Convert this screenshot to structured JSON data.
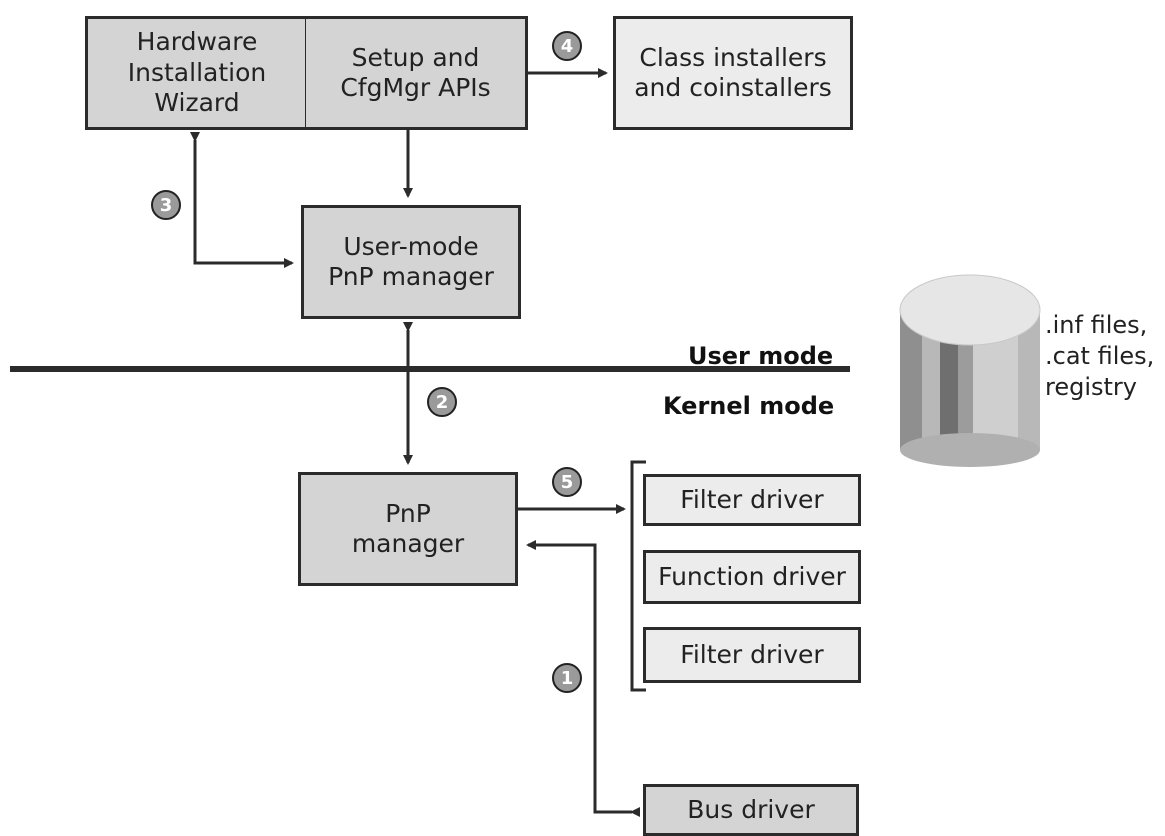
{
  "boxes": {
    "hardware_wizard": "Hardware\nInstallation\nWizard",
    "setup_apis": "Setup and\nCfgMgr APIs",
    "class_installers": "Class installers\nand coinstallers",
    "user_pnp": "User-mode\nPnP manager",
    "pnp_manager": "PnP\nmanager",
    "filter_driver_top": "Filter driver",
    "function_driver": "Function driver",
    "filter_driver_bottom": "Filter driver",
    "bus_driver": "Bus driver"
  },
  "modes": {
    "user": "User mode",
    "kernel": "Kernel mode"
  },
  "steps": [
    "1",
    "2",
    "3",
    "4",
    "5"
  ],
  "database": {
    "label": ".inf files,\n.cat files,\nregistry",
    "icon": "database-cylinder-icon"
  },
  "colors": {
    "dark_box": "#d4d4d4",
    "light_box": "#ececec",
    "line": "#2b2b2b",
    "step_fill": "#9a9a9a"
  }
}
